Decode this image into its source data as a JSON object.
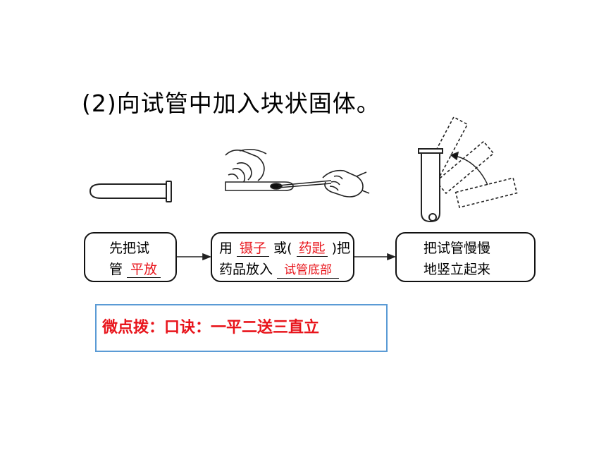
{
  "heading": "(2)向试管中加入块状固体。",
  "steps": [
    {
      "line1": "先把试",
      "line2_prefix": "管",
      "answer": "平放"
    },
    {
      "line1_prefix": "用",
      "answer_a": "镊子",
      "line1_mid": "或(",
      "answer_b": "药匙",
      "line1_suffix": ")把",
      "line2_prefix": "药品放入",
      "answer_c": "试管底部"
    },
    {
      "line1": "把试管慢慢",
      "line2": "地竖立起来"
    }
  ],
  "tip": "微点拨：口诀：一平二送三直立",
  "colors": {
    "answer": "#e8141b",
    "tip_border": "#5b9bd5"
  },
  "icons": [
    "test-tube-icon",
    "hand-tweezers-icon",
    "tube-rotation-icon",
    "arrow-right-icon"
  ]
}
